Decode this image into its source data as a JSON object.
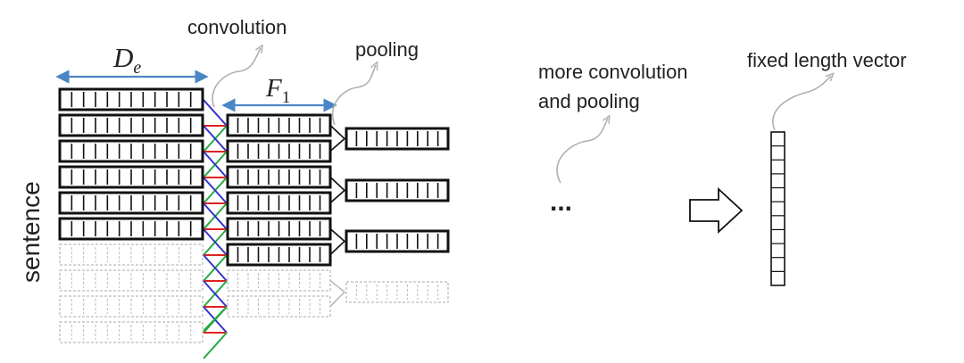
{
  "labels": {
    "convolution": "convolution",
    "pooling": "pooling",
    "more_line1": "more convolution",
    "more_line2": "and pooling",
    "fixed": "fixed length vector",
    "sentence": "sentence",
    "ellipsis": "...",
    "de_base": "D",
    "de_sub": "e",
    "f1_base": "F",
    "f1_sub": "1"
  },
  "structure": {
    "sentence_rows_solid": 6,
    "sentence_rows_dashed": 4,
    "conv_rows_solid": 6,
    "conv_rows_dashed": 2,
    "pool_rows_solid": 3,
    "pool_rows_dashed": 1,
    "cells_per_row": 12,
    "pool_cells": 8,
    "output_vector_cells": 11
  },
  "colors": {
    "ink": "#111111",
    "dashed": "#bbbbbb",
    "arrow": "#4a86c5",
    "curl": "#b0b0b0",
    "conv_blue": "#3333cc",
    "conv_red": "#dd2222",
    "conv_green": "#22aa44",
    "conv_purple": "#8833aa"
  }
}
